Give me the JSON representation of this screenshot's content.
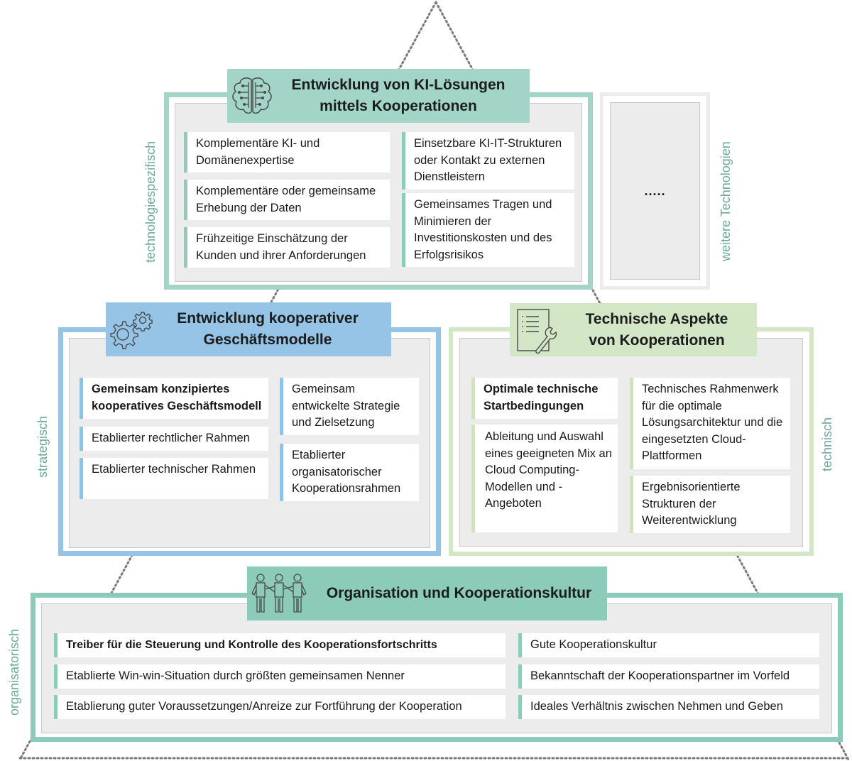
{
  "colors": {
    "teal_header": "#a3d4c8",
    "teal_frame": "#a3d4c8",
    "blue_header": "#95c4e6",
    "blue_frame": "#95c4e6",
    "green_header": "#d3e6c6",
    "green_frame": "#d3e6c6",
    "org_header": "#8ccab9",
    "side_label": "#6fa99a",
    "panel_bg": "#ececec"
  },
  "side_labels": {
    "top_left": "technologiespezifisch",
    "top_right": "weitere Technologien",
    "middle_left": "strategisch",
    "middle_right": "technisch",
    "bottom_left": "organisatorisch"
  },
  "ki_section": {
    "icon": "brain-circuit-icon",
    "title_line1": "Entwicklung von KI-Lösungen",
    "title_line2": "mittels Kooperationen",
    "left_items": [
      "Komplementäre KI- und Domänenexpertise",
      "Komplementäre oder gemeinsame Erhebung der Daten",
      "Frühzeitige Einschätzung der Kunden und ihrer Anforderungen"
    ],
    "right_items": [
      "Einsetzbare KI-IT-Strukturen oder Kontakt zu externen Dienstleistern",
      "Gemeinsames Tragen und Minimieren der Investitionskosten und des Erfolgsrisikos"
    ]
  },
  "other_tech": {
    "placeholder": "....."
  },
  "business_section": {
    "icon": "gears-icon",
    "title_line1": "Entwicklung kooperativer",
    "title_line2": "Geschäftsmodelle",
    "left_items": [
      {
        "text": "Gemeinsam konzipiertes kooperatives Geschäftsmodell",
        "bold": true
      },
      {
        "text": "Etablierter rechtlicher Rahmen",
        "bold": false
      },
      {
        "text": "Etablierter technischer Rahmen",
        "bold": false
      }
    ],
    "right_items": [
      "Gemeinsam entwickelte Strategie und Zielsetzung",
      "Etablierter organisatorischer Kooperationsrahmen"
    ]
  },
  "tech_section": {
    "icon": "checklist-wrench-icon",
    "title_line1": "Technische Aspekte",
    "title_line2": "von Kooperationen",
    "left_items": [
      {
        "text": "Optimale technische Startbedingungen",
        "bold": true
      },
      {
        "text": "Ableitung und Auswahl eines geeigneten Mix an Cloud Computing-Modellen und -Angeboten",
        "bold": false
      }
    ],
    "right_items": [
      "Technisches Rahmenwerk für die optimale Lösungsarchitektur und die eingesetzten Cloud-Plattformen",
      "Ergebnisorientierte Strukturen der Weiterentwicklung"
    ]
  },
  "org_section": {
    "icon": "people-group-icon",
    "title": "Organisation und Kooperationskultur",
    "left_items": [
      {
        "text": "Treiber für die Steuerung und Kontrolle des Kooperationsfortschritts",
        "bold": true
      },
      {
        "text": "Etablierte Win-win-Situation durch größten gemeinsamen Nenner",
        "bold": false
      },
      {
        "text": "Etablierung guter Voraussetzungen/Anreize zur Fortführung der Kooperation",
        "bold": false
      }
    ],
    "right_items": [
      "Gute Kooperationskultur",
      "Bekanntschaft der Kooperationspartner im Vorfeld",
      "Ideales Verhältnis zwischen Nehmen und Geben"
    ]
  }
}
